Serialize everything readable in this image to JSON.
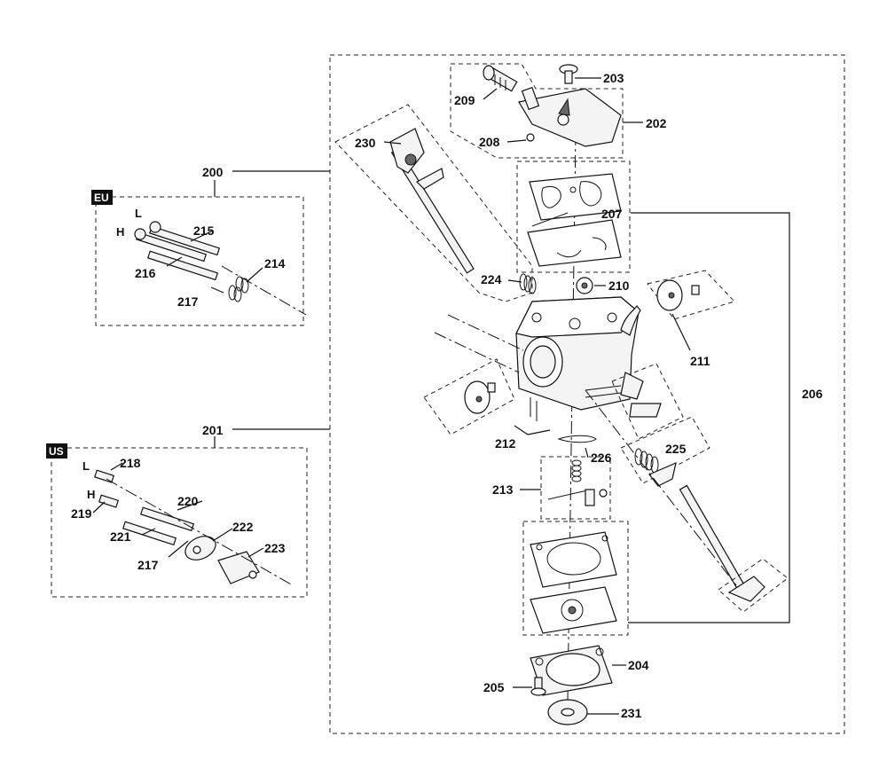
{
  "regions": {
    "eu_tag": "EU",
    "us_tag": "US"
  },
  "labels": {
    "p200": "200",
    "p201": "201",
    "p202": "202",
    "p203": "203",
    "p204": "204",
    "p205": "205",
    "p206": "206",
    "p207": "207",
    "p208": "208",
    "p209": "209",
    "p210": "210",
    "p211": "211",
    "p212": "212",
    "p213": "213",
    "p214": "214",
    "p215": "215",
    "p216": "216",
    "p217_eu": "217",
    "p218": "218",
    "p219": "219",
    "p220": "220",
    "p221": "221",
    "p217_us": "217",
    "p222": "222",
    "p223": "223",
    "p224": "224",
    "p225": "225",
    "p226": "226",
    "p230": "230",
    "p231": "231"
  },
  "screw_marks": {
    "eu_low": "L",
    "eu_high": "H",
    "us_low": "L",
    "us_high": "H"
  }
}
